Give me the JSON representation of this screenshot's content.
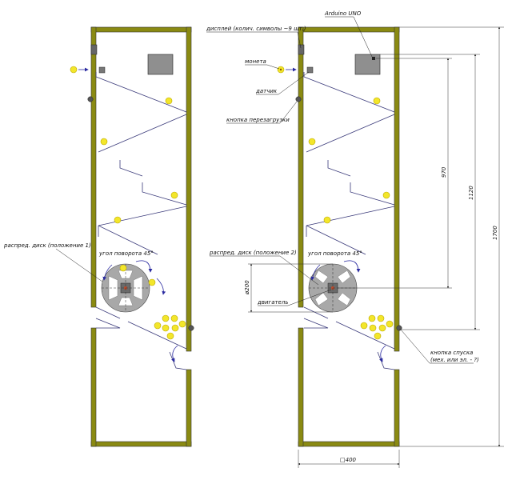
{
  "labels": {
    "display": "дисплей (колич. символы ~9 шт.)",
    "arduino": "Arduino UNO",
    "coin": "монета",
    "sensor": "датчик",
    "reset_button": "кнопка перезагрузки",
    "disk_pos1": "распред. диск (положение 1)",
    "disk_pos2": "распред. диск (положение 2)",
    "rotation_angle_left": "угол поворота 45°",
    "rotation_angle_right": "угол поворота 45°",
    "motor": "двигатель",
    "release_button_line1": "кнопка спуска",
    "release_button_line2": "(мех. или эл. - ?)"
  },
  "dimensions": {
    "width": "□400",
    "height_total": "1700",
    "height_1120": "1120",
    "height_970": "970",
    "disk_diameter": "ø200"
  },
  "colors": {
    "wall": "#8a8a12",
    "coin": "#f3e62a",
    "disk": "#a8a8a8",
    "arduino": "#8f8f8f",
    "arrows": "#2a2aa0"
  }
}
